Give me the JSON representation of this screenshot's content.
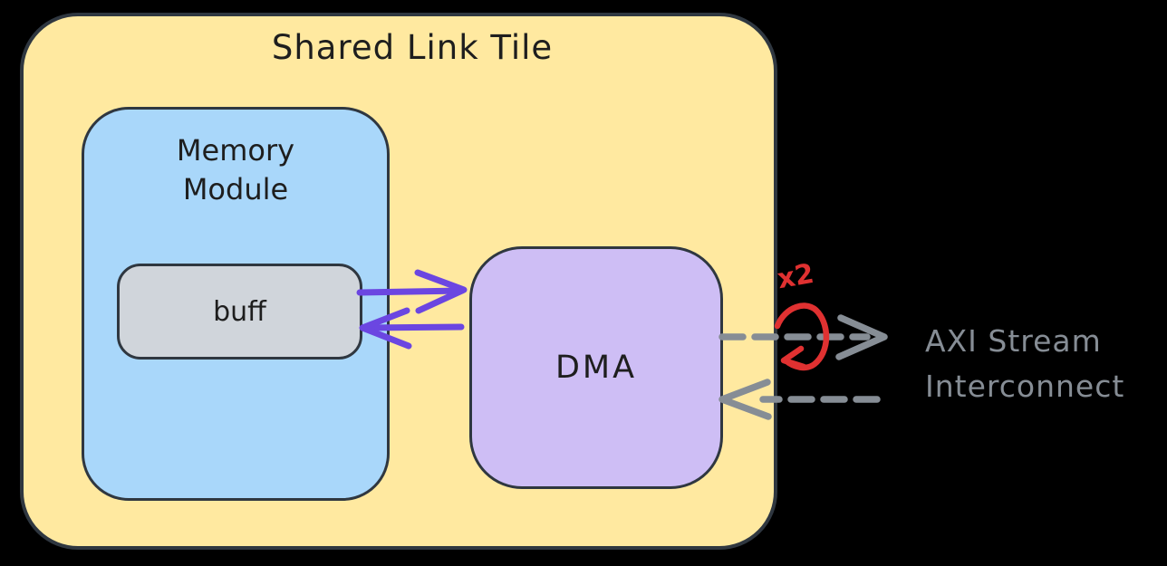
{
  "diagram": {
    "title": "Shared Link Tile",
    "nodes": {
      "memory_module": {
        "label": "Memory Module"
      },
      "buff": {
        "label": "buff"
      },
      "dma": {
        "label": "DMA"
      }
    },
    "external_label": "AXI Stream Interconnect",
    "annotation_multiplier": "x2",
    "edges": [
      {
        "from": "buff",
        "to": "DMA",
        "style": "solid",
        "color": "purple"
      },
      {
        "from": "DMA",
        "to": "buff",
        "style": "solid",
        "color": "purple"
      },
      {
        "from": "DMA",
        "to": "AXI Stream Interconnect",
        "style": "dashed",
        "color": "gray"
      },
      {
        "from": "AXI Stream Interconnect",
        "to": "DMA",
        "style": "dashed",
        "color": "gray"
      },
      {
        "from": "DMA output",
        "to": "DMA input",
        "style": "loop",
        "color": "red",
        "note": "x2"
      }
    ]
  },
  "colors": {
    "background": "#000000",
    "tile_fill": "#ffe9a0",
    "memory_fill": "#a9d7fa",
    "buff_fill": "#d0d5db",
    "dma_fill": "#cebef5",
    "stroke": "#2f3740",
    "label_dark": "#1e1e1e",
    "arrow_purple": "#6b46e1",
    "arrow_gray": "#868d95",
    "annotation_red": "#e03131"
  }
}
